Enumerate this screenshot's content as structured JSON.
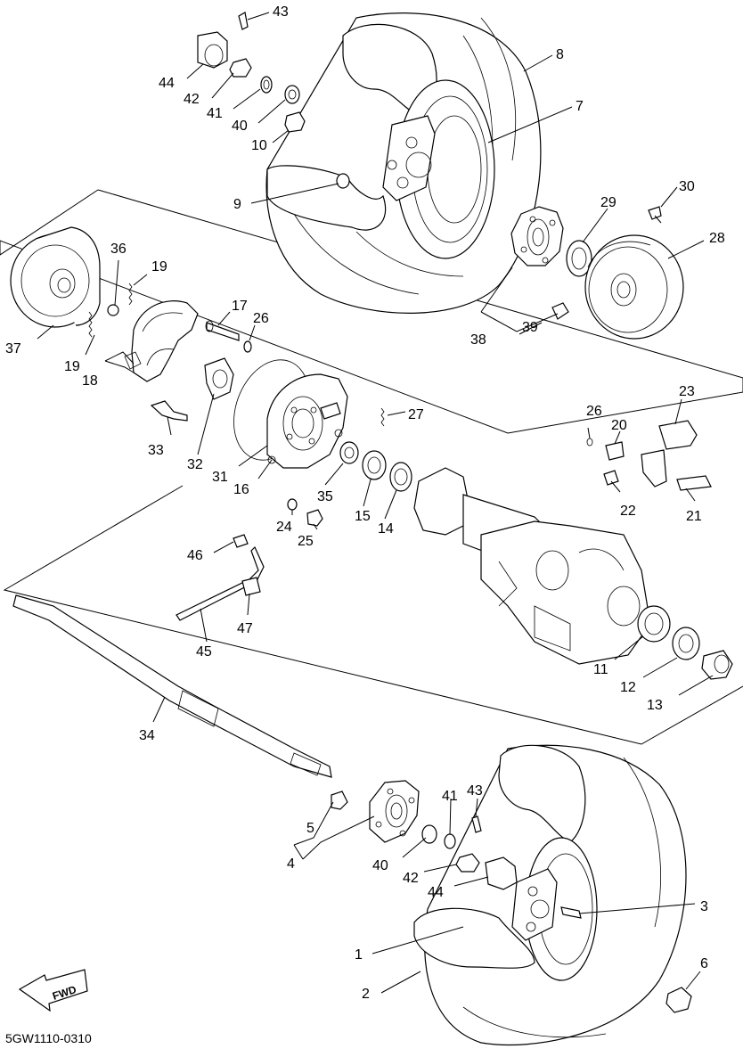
{
  "diagram": {
    "code": "5GW1110-0310",
    "fwd_label": "FWD",
    "callouts": [
      {
        "id": "c1",
        "text": "1"
      },
      {
        "id": "c2",
        "text": "2"
      },
      {
        "id": "c3",
        "text": "3"
      },
      {
        "id": "c4",
        "text": "4"
      },
      {
        "id": "c5",
        "text": "5"
      },
      {
        "id": "c6",
        "text": "6"
      },
      {
        "id": "c7",
        "text": "7"
      },
      {
        "id": "c8",
        "text": "8"
      },
      {
        "id": "c9",
        "text": "9"
      },
      {
        "id": "c10",
        "text": "10"
      },
      {
        "id": "c11",
        "text": "11"
      },
      {
        "id": "c12",
        "text": "12"
      },
      {
        "id": "c13",
        "text": "13"
      },
      {
        "id": "c14",
        "text": "14"
      },
      {
        "id": "c15",
        "text": "15"
      },
      {
        "id": "c16",
        "text": "16"
      },
      {
        "id": "c17",
        "text": "17"
      },
      {
        "id": "c18",
        "text": "18"
      },
      {
        "id": "c19a",
        "text": "19"
      },
      {
        "id": "c19b",
        "text": "19"
      },
      {
        "id": "c20",
        "text": "20"
      },
      {
        "id": "c21",
        "text": "21"
      },
      {
        "id": "c22",
        "text": "22"
      },
      {
        "id": "c23",
        "text": "23"
      },
      {
        "id": "c24",
        "text": "24"
      },
      {
        "id": "c25",
        "text": "25"
      },
      {
        "id": "c26a",
        "text": "26"
      },
      {
        "id": "c26b",
        "text": "26"
      },
      {
        "id": "c27",
        "text": "27"
      },
      {
        "id": "c28",
        "text": "28"
      },
      {
        "id": "c29",
        "text": "29"
      },
      {
        "id": "c30",
        "text": "30"
      },
      {
        "id": "c31",
        "text": "31"
      },
      {
        "id": "c32",
        "text": "32"
      },
      {
        "id": "c33",
        "text": "33"
      },
      {
        "id": "c34",
        "text": "34"
      },
      {
        "id": "c35",
        "text": "35"
      },
      {
        "id": "c36",
        "text": "36"
      },
      {
        "id": "c37",
        "text": "37"
      },
      {
        "id": "c38",
        "text": "38"
      },
      {
        "id": "c39",
        "text": "39"
      },
      {
        "id": "c40a",
        "text": "40"
      },
      {
        "id": "c40b",
        "text": "40"
      },
      {
        "id": "c41a",
        "text": "41"
      },
      {
        "id": "c41b",
        "text": "41"
      },
      {
        "id": "c42a",
        "text": "42"
      },
      {
        "id": "c42b",
        "text": "42"
      },
      {
        "id": "c43a",
        "text": "43"
      },
      {
        "id": "c43b",
        "text": "43"
      },
      {
        "id": "c44a",
        "text": "44"
      },
      {
        "id": "c44b",
        "text": "44"
      },
      {
        "id": "c45",
        "text": "45"
      },
      {
        "id": "c46",
        "text": "46"
      },
      {
        "id": "c47",
        "text": "47"
      }
    ]
  }
}
